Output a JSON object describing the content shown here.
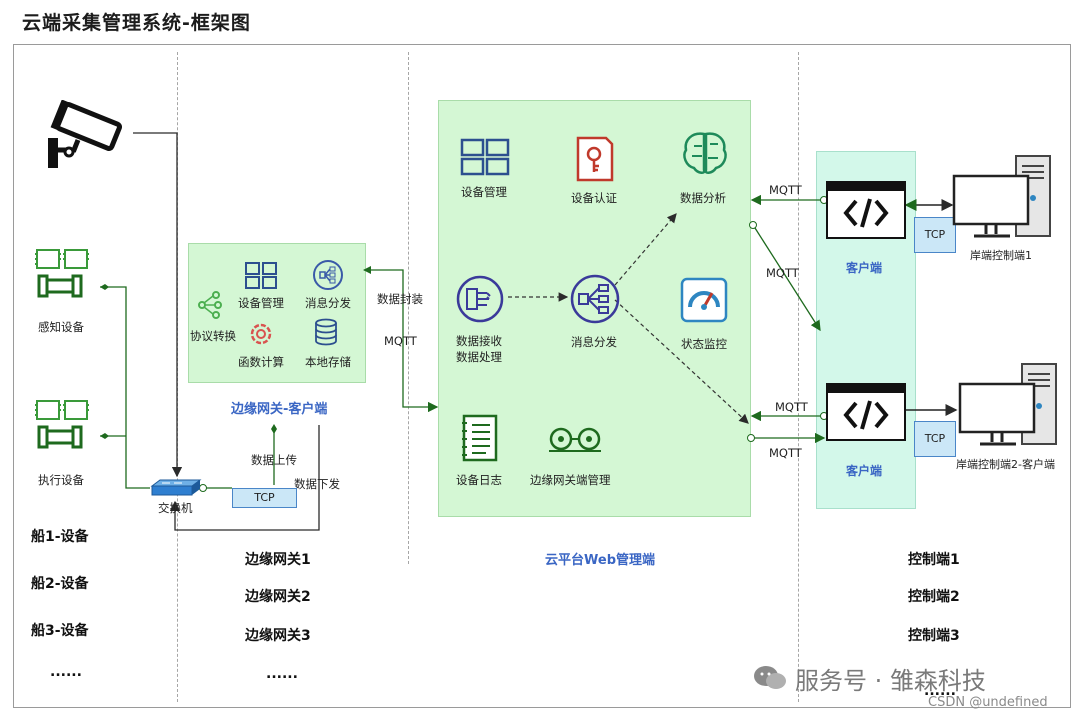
{
  "title": "云端采集管理系统-框架图",
  "device_col": {
    "sensing": "感知设备",
    "actuator": "执行设备",
    "switch": "交换机",
    "ships": [
      "船1-设备",
      "船2-设备",
      "船3-设备"
    ],
    "ellipsis": "......"
  },
  "gateway_col": {
    "items": {
      "device_mgmt": "设备管理",
      "msg_dispatch": "消息分发",
      "protocol": "协议转换",
      "func_calc": "函数计算",
      "local_store": "本地存储"
    },
    "box_label": "边缘网关-客户端",
    "tcp": "TCP",
    "data_upload": "数据上传",
    "data_down": "数据下发",
    "gateways": [
      "边缘网关1",
      "边缘网关2",
      "边缘网关3"
    ],
    "ellipsis": "......"
  },
  "links": {
    "data_packaging": "数据封装",
    "mqtt": "MQTT"
  },
  "cloud": {
    "device_mgmt": "设备管理",
    "device_auth": "设备认证",
    "data_analysis": "数据分析",
    "data_recv_1": "数据接收",
    "data_recv_2": "数据处理",
    "msg_dispatch": "消息分发",
    "status_monitor": "状态监控",
    "device_log": "设备日志",
    "edge_mgmt": "边缘网关端管理",
    "label": "云平台Web管理端"
  },
  "control_col": {
    "client": "客户端",
    "tcp": "TCP",
    "shore1": "岸端控制端1",
    "shore2": "岸端控制端2-客户端",
    "controls": [
      "控制端1",
      "控制端2",
      "控制端3"
    ],
    "ellipsis": "......"
  },
  "watermark": "服务号 · 雏森科技",
  "csdn": "CSDN @undefined",
  "colors": {
    "dark_green": "#1e6a1e",
    "accent_blue": "#3a66c4",
    "cloud_bg": "#d4f7d4",
    "client_bg": "#d3f8ea"
  }
}
